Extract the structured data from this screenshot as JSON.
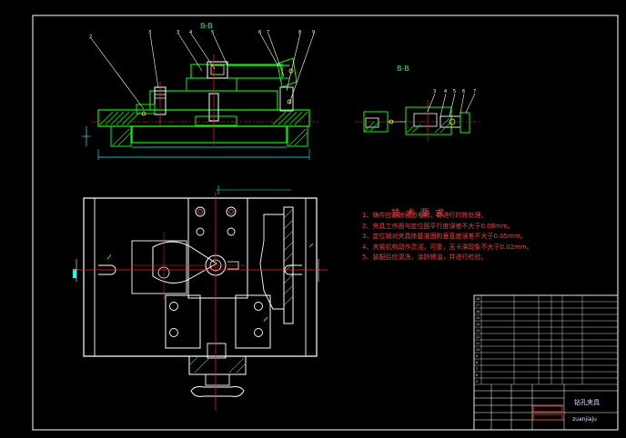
{
  "drawing": {
    "section_label_1": "B-B",
    "section_label_2": "B-B",
    "requirements_title": "技术要求",
    "requirements": [
      "1、铸件应去除锐边毛刺，并进行时效处理。",
      "2、夹具工作面与定位面平行度误差不大于0.08mm。",
      "3、定位销对夹具体基准面的垂直度误差不大于0.05mm。",
      "4、夹紧机构动作灵活，可靠，无卡滞现象不大于0.02mm。",
      "5、装配后应清洗，涂防锈油，并进行检验。"
    ],
    "title_block": {
      "name": "钻孔夹具",
      "code": "zuanjiaju"
    }
  },
  "colors": {
    "background": "#000000",
    "outline": "#ffffff",
    "part": "#00ff00",
    "center_line": "#ff2020",
    "dimension": "#00ffff",
    "leader": "#ffff00",
    "hidden": "#ff00ff",
    "text_red": "#ff3b3b"
  }
}
